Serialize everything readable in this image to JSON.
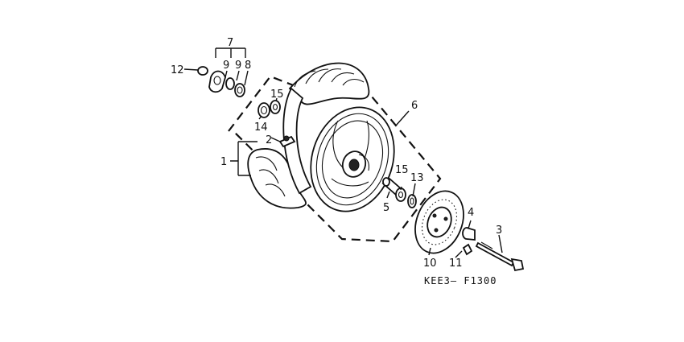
{
  "diagram": {
    "code": "KEE3— F1300",
    "callouts": {
      "c1": "1",
      "c2": "2",
      "c3": "3",
      "c4": "4",
      "c5": "5",
      "c6": "6",
      "c7": "7",
      "c8": "8",
      "c9a": "9",
      "c9b": "9",
      "c10": "10",
      "c11": "11",
      "c12": "12",
      "c13": "13",
      "c14": "14",
      "c15a": "15",
      "c15b": "15"
    }
  }
}
